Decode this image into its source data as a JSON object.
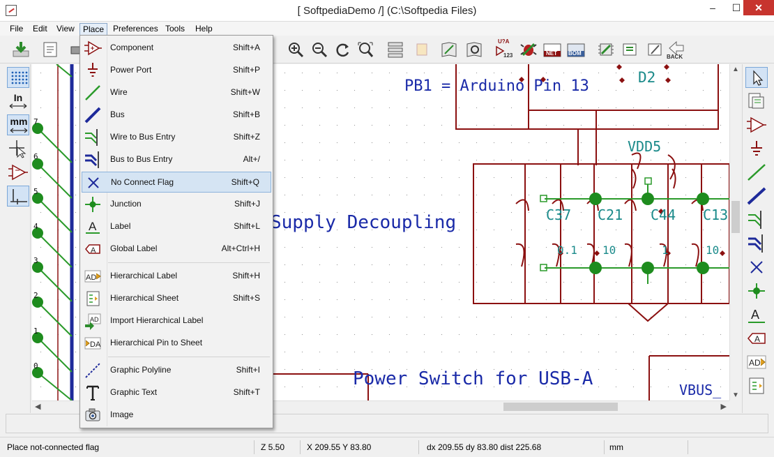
{
  "window": {
    "title": "[ SoftpediaDemo /] (C:\\Softpedia Files)",
    "min": "–",
    "max": "☐",
    "close": "✕"
  },
  "menubar": {
    "items": [
      {
        "label": "File"
      },
      {
        "label": "Edit"
      },
      {
        "label": "View"
      },
      {
        "label": "Place"
      },
      {
        "label": "Preferences"
      },
      {
        "label": "Tools"
      },
      {
        "label": "Help"
      }
    ]
  },
  "toolbar": {
    "u2a_label": "U?A",
    "u2a_sub": "123",
    "net_label": "NET",
    "bom_label": "BOM",
    "back_label": "BACK"
  },
  "left_toolbar": {
    "in_label": "In",
    "mm_label": "mm"
  },
  "place_menu": {
    "items": [
      {
        "label": "Component",
        "shortcut": "Shift+A",
        "icon": "component-icon"
      },
      {
        "label": "Power Port",
        "shortcut": "Shift+P",
        "icon": "power-port-icon"
      },
      {
        "label": "Wire",
        "shortcut": "Shift+W",
        "icon": "wire-icon"
      },
      {
        "label": "Bus",
        "shortcut": "Shift+B",
        "icon": "bus-icon"
      },
      {
        "label": "Wire to Bus Entry",
        "shortcut": "Shift+Z",
        "icon": "wire-bus-entry-icon"
      },
      {
        "label": "Bus to Bus Entry",
        "shortcut": "Alt+/",
        "icon": "bus-bus-entry-icon"
      },
      {
        "label": "No Connect Flag",
        "shortcut": "Shift+Q",
        "icon": "no-connect-icon"
      },
      {
        "label": "Junction",
        "shortcut": "Shift+J",
        "icon": "junction-icon"
      },
      {
        "label": "Label",
        "shortcut": "Shift+L",
        "icon": "label-icon"
      },
      {
        "label": "Global Label",
        "shortcut": "Alt+Ctrl+H",
        "icon": "global-label-icon"
      },
      {
        "label": "Hierarchical Label",
        "shortcut": "Shift+H",
        "icon": "hier-label-icon"
      },
      {
        "label": "Hierarchical Sheet",
        "shortcut": "Shift+S",
        "icon": "hier-sheet-icon"
      },
      {
        "label": "Import Hierarchical Label",
        "shortcut": "",
        "icon": "import-hier-label-icon"
      },
      {
        "label": "Hierarchical Pin to Sheet",
        "shortcut": "",
        "icon": "hier-pin-icon"
      },
      {
        "label": "Graphic Polyline",
        "shortcut": "Shift+I",
        "icon": "polyline-icon"
      },
      {
        "label": "Graphic Text",
        "shortcut": "Shift+T",
        "icon": "graphic-text-icon"
      },
      {
        "label": "Image",
        "shortcut": "",
        "icon": "image-icon"
      }
    ]
  },
  "schematic": {
    "pb1_label": "PB1 = Arduino Pin 13",
    "d2_label": "D2",
    "vdd5_label": "VDD5",
    "supply_title": "Supply Decoupling",
    "c37": "C37",
    "c21": "C21",
    "c44": "C44",
    "c1x": "C13",
    "v_01a": "0.1",
    "v_10a": "10",
    "v_1a": "1",
    "v_10b": "10",
    "power_switch_title": "Power Switch for USB-A",
    "vbus_label": "VBUS_",
    "pin_7": "7",
    "pin_6": "6",
    "pin_5": "5",
    "pin_4": "4",
    "pin_3": "3",
    "pin_2": "2",
    "pin_1": "1",
    "pin_0": "0"
  },
  "statusbar": {
    "message": "Place not-connected flag",
    "zoom": "Z 5.50",
    "xy": "X 209.55  Y 83.80",
    "dxy": "dx 209.55  dy 83.80  dist 225.68",
    "units": "mm"
  },
  "colors": {
    "wire": "#2a9a2a",
    "bus": "#1e2a9a",
    "component": "#8b1010",
    "text": "#1a2aa8",
    "ref": "#1a8a8a",
    "junction": "#1e8c1e"
  }
}
